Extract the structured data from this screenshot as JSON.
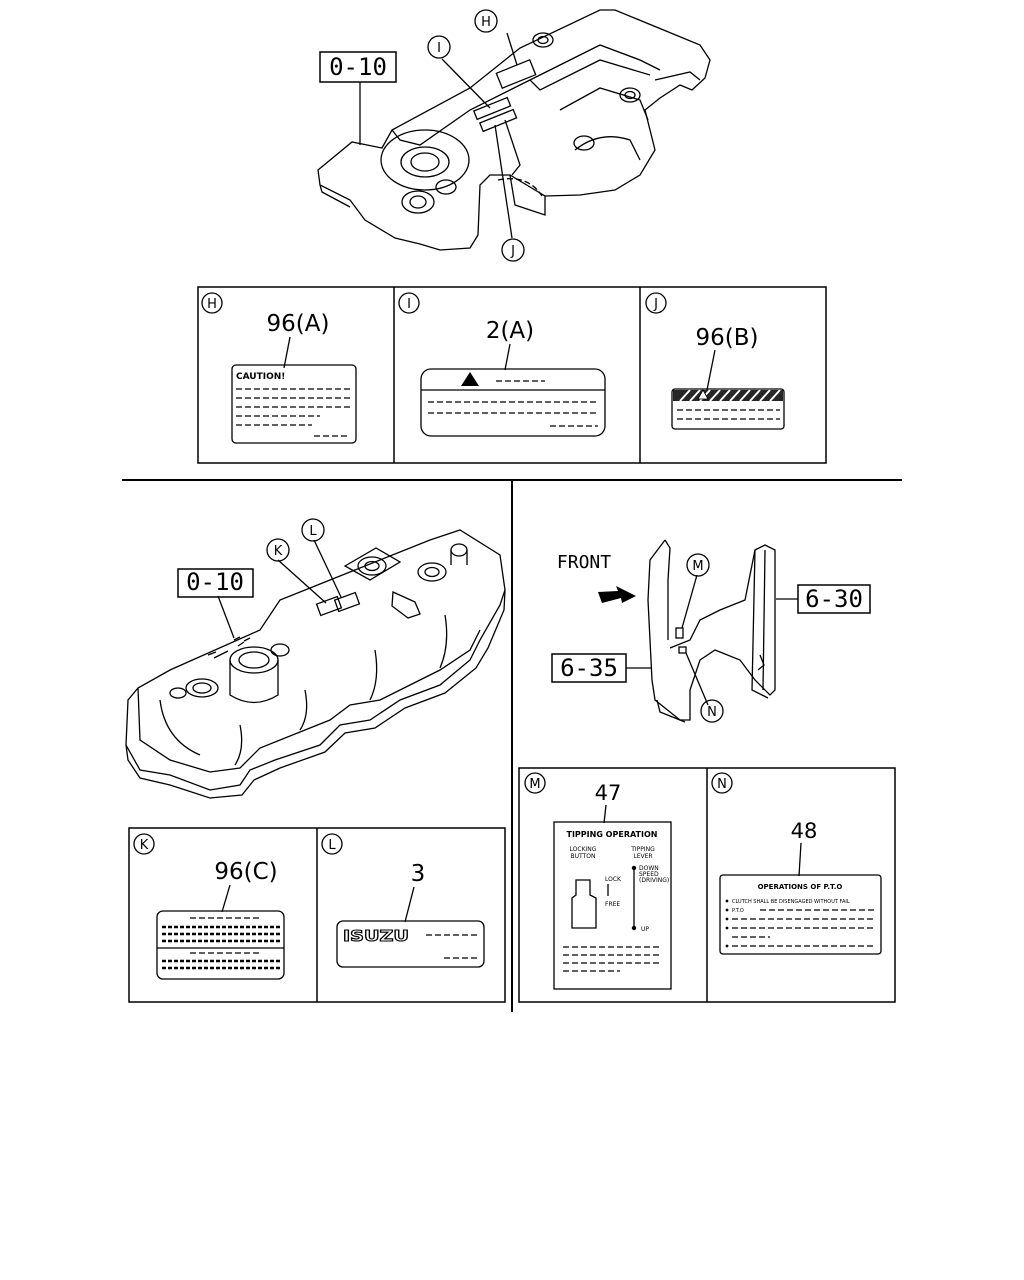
{
  "refs": {
    "top_cover": "0-10",
    "valve_cover": "0-10",
    "right": "6-30",
    "left": "6-35"
  },
  "front_label": "FRONT",
  "callouts": {
    "H": "H",
    "I": "I",
    "J": "J",
    "K": "K",
    "L": "L",
    "M": "M",
    "N": "N"
  },
  "panels": {
    "H": {
      "letter": "H",
      "part": "96(A)",
      "caution": "CAUTION!"
    },
    "I": {
      "letter": "I",
      "part": "2(A)"
    },
    "J": {
      "letter": "J",
      "part": "96(B)"
    },
    "K": {
      "letter": "K",
      "part": "96(C)"
    },
    "L": {
      "letter": "L",
      "part": "3",
      "brand": "ISUZU"
    },
    "M": {
      "letter": "M",
      "part": "47",
      "title": "TIPPING OPERATION",
      "col1": [
        "LOCKING",
        "BUTTON"
      ],
      "col2": [
        "TIPPING",
        "LEVER"
      ],
      "lock": "LOCK",
      "free": "FREE",
      "down": [
        "DOWN",
        "SPEED",
        "(DRIVING)"
      ],
      "up": "UP"
    },
    "N": {
      "letter": "N",
      "part": "48",
      "title": "OPERATIONS OF P.T.O",
      "line1": "CLUTCH SHALL BE DISENGAGED WITHOUT FAIL",
      "line2": "P.T.O"
    }
  }
}
